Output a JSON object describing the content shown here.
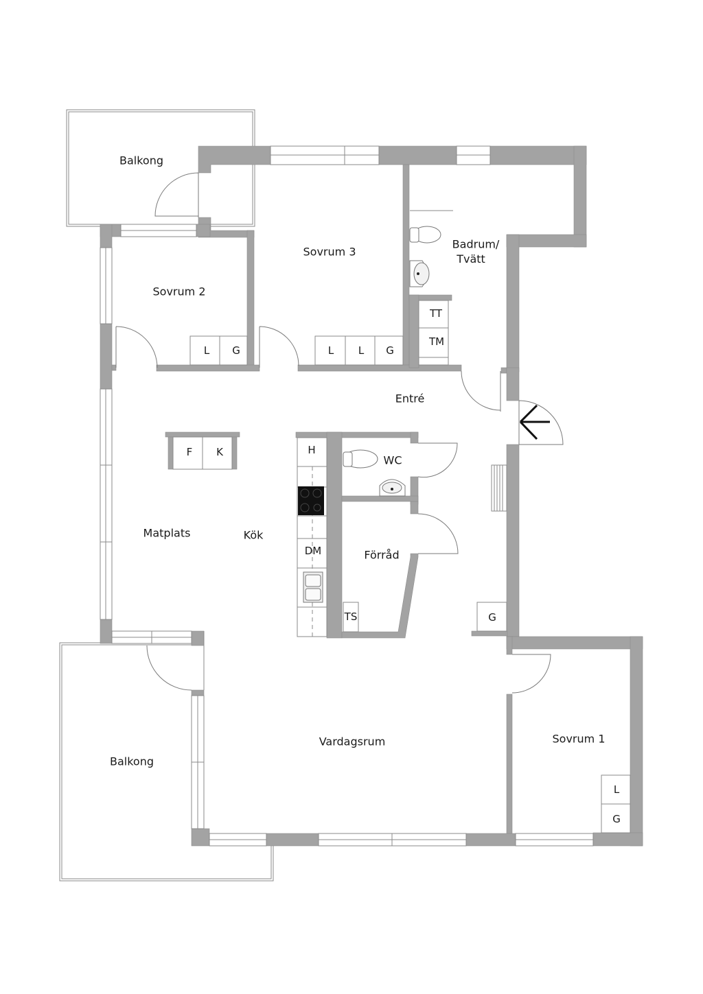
{
  "floorplan": {
    "rooms": {
      "balkong_top": "Balkong",
      "sovrum3": "Sovrum 3",
      "badrum_line1": "Badrum/",
      "badrum_line2": "Tvätt",
      "sovrum2": "Sovrum 2",
      "entre": "Entré",
      "wc": "WC",
      "forrad": "Förråd",
      "matplats": "Matplats",
      "kok": "Kök",
      "vardagsrum": "Vardagsrum",
      "sovrum1": "Sovrum 1",
      "balkong_bottom": "Balkong"
    },
    "fixtures": {
      "sovrum2_wardrobes": [
        "L",
        "G"
      ],
      "sovrum3_wardrobes": [
        "L",
        "L",
        "G"
      ],
      "laundry": [
        "TT",
        "TM"
      ],
      "kitchen_fridge_freezer": [
        "F",
        "K"
      ],
      "kitchen_counter": [
        "H",
        "DM"
      ],
      "storage_ts": "TS",
      "entre_wardrobe": "G",
      "sovrum1_wardrobes": [
        "L",
        "G"
      ]
    },
    "colors": {
      "wall": "#a3a3a3",
      "line": "#8a8a8a",
      "stove": "#111111",
      "background": "#ffffff"
    },
    "entrance_icon": "arrow-left-entrance"
  }
}
